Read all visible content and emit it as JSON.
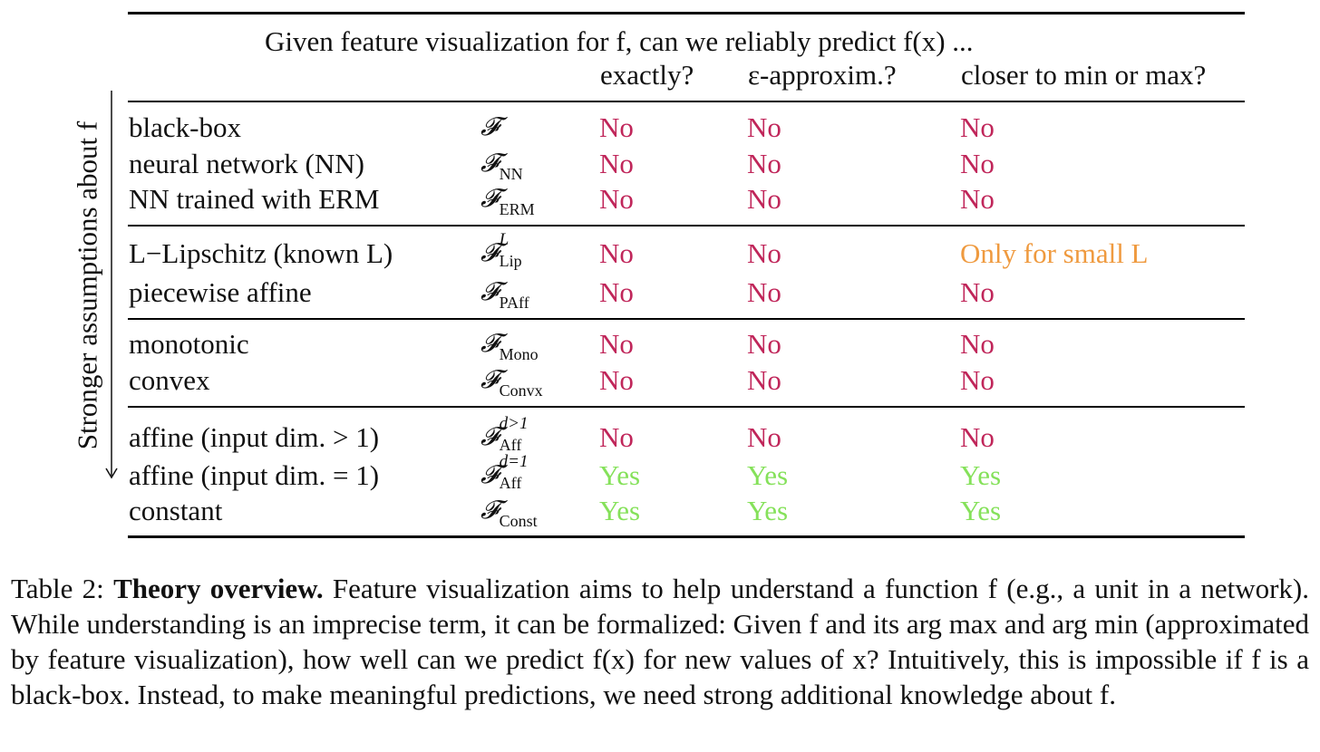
{
  "header": {
    "title": "Given feature visualization for f, can we reliably predict f(x) ...",
    "col_exactly": "exactly?",
    "col_approx": "ε-approxim.?",
    "col_minmax": "closer to min or max?"
  },
  "side_label": "Stronger assumptions about f",
  "rows": [
    {
      "label": "black-box",
      "sym": "𝓕",
      "sub": "",
      "sup": "",
      "c1": "No",
      "c2": "No",
      "c3": "No"
    },
    {
      "label": "neural network (NN)",
      "sym": "𝓕",
      "sub": "NN",
      "sup": "",
      "c1": "No",
      "c2": "No",
      "c3": "No"
    },
    {
      "label": "NN trained with ERM",
      "sym": "𝓕",
      "sub": "ERM",
      "sup": "",
      "c1": "No",
      "c2": "No",
      "c3": "No"
    },
    {
      "label": "L−Lipschitz (known L)",
      "sym": "𝓕",
      "sub": "Lip",
      "sup": "L",
      "c1": "No",
      "c2": "No",
      "c3": "Only for small L"
    },
    {
      "label": "piecewise affine",
      "sym": "𝓕",
      "sub": "PAff",
      "sup": "",
      "c1": "No",
      "c2": "No",
      "c3": "No"
    },
    {
      "label": "monotonic",
      "sym": "𝓕",
      "sub": "Mono",
      "sup": "",
      "c1": "No",
      "c2": "No",
      "c3": "No"
    },
    {
      "label": "convex",
      "sym": "𝓕",
      "sub": "Convx",
      "sup": "",
      "c1": "No",
      "c2": "No",
      "c3": "No"
    },
    {
      "label": "affine (input dim. > 1)",
      "sym": "𝓕",
      "sub": "Aff",
      "sup": "d>1",
      "c1": "No",
      "c2": "No",
      "c3": "No"
    },
    {
      "label": "affine (input dim. = 1)",
      "sym": "𝓕",
      "sub": "Aff",
      "sup": "d=1",
      "c1": "Yes",
      "c2": "Yes",
      "c3": "Yes"
    },
    {
      "label": "constant",
      "sym": "𝓕",
      "sub": "Const",
      "sup": "",
      "c1": "Yes",
      "c2": "Yes",
      "c3": "Yes"
    }
  ],
  "caption": {
    "prefix": "Table 2: ",
    "bold": "Theory overview.",
    "text": " Feature visualization aims to help understand a function f (e.g., a unit in a network). While understanding is an imprecise term, it can be formalized: Given f and its arg max and arg min (approximated by feature visualization), how well can we predict f(x) for new values of x? Intuitively, this is impossible if f is a black-box. Instead, to make meaningful predictions, we need strong additional knowledge about f."
  },
  "colors": {
    "no": "#c0265a",
    "yes": "#85e15a",
    "partial": "#ef9a3f"
  }
}
